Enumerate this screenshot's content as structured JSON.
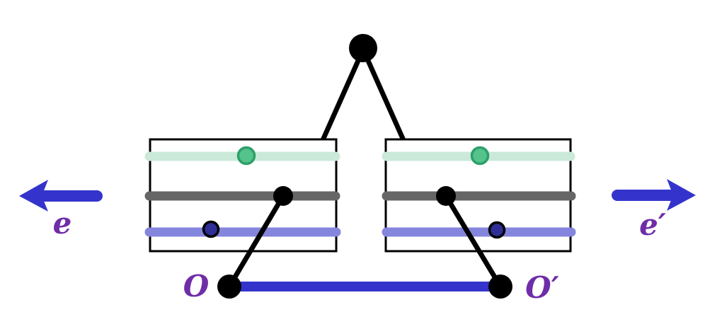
{
  "figure": {
    "labels": {
      "e_left": "e",
      "e_right": "e′",
      "o_left": "O",
      "o_right": "O′"
    },
    "colors": {
      "blue": "#3434cc",
      "label_purple": "#6f2da8",
      "mint": "#cbe9d9",
      "green_fill": "#55c38c",
      "green_stroke": "#2da069",
      "gray": "#666666",
      "lavender": "#8486dd",
      "navy": "#2e2e96",
      "black": "#000000",
      "box_fill": "#ffffff"
    }
  }
}
